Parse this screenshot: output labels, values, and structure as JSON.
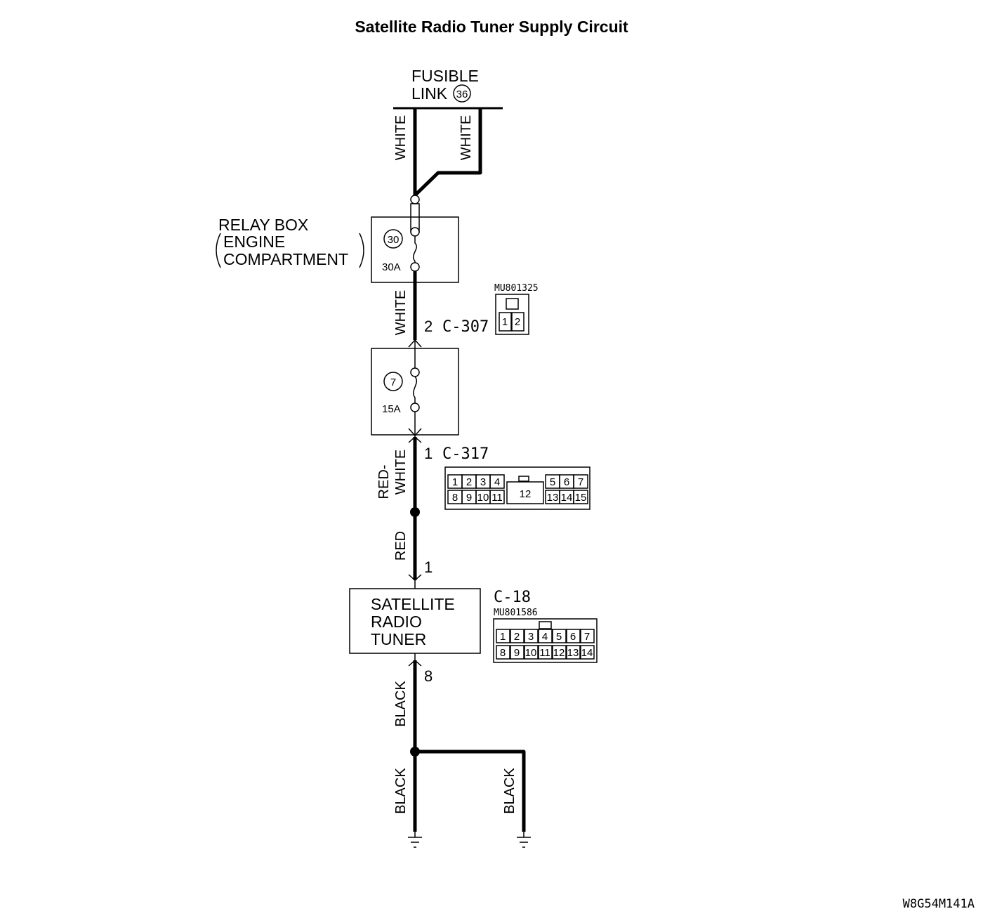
{
  "title": "Satellite Radio Tuner Supply Circuit",
  "fusible_link": {
    "label_line1": "FUSIBLE",
    "label_line2": "LINK",
    "number": "36"
  },
  "top_wires": {
    "left": "WHITE",
    "right": "WHITE"
  },
  "relay_box": {
    "label_line1": "RELAY BOX",
    "label_line2": "ENGINE",
    "label_line3": "COMPARTMENT",
    "fuse_number": "30",
    "fuse_rating": "30A"
  },
  "wire_relay_to_c307": "WHITE",
  "connector_c307": {
    "pin": "2",
    "name": "C-307",
    "part_number": "MU801325",
    "pins": [
      "1",
      "2"
    ]
  },
  "fuse_7": {
    "fuse_number": "7",
    "fuse_rating": "15A"
  },
  "connector_c317": {
    "pin": "1",
    "name": "C-317",
    "pins_top": [
      "1",
      "2",
      "3",
      "4",
      "5",
      "6",
      "7"
    ],
    "pins_bottom": [
      "8",
      "9",
      "10",
      "11",
      "13",
      "14",
      "15"
    ],
    "pin_center": "12"
  },
  "wire_red_white_line1": "RED-",
  "wire_red_white_line2": "WHITE",
  "wire_red": "RED",
  "tuner_pin_in": "1",
  "tuner": {
    "line1": "SATELLITE",
    "line2": "RADIO",
    "line3": "TUNER"
  },
  "connector_c18": {
    "name": "C-18",
    "part_number": "MU801586",
    "pins_top": [
      "1",
      "2",
      "3",
      "4",
      "5",
      "6",
      "7"
    ],
    "pins_bottom": [
      "8",
      "9",
      "10",
      "11",
      "12",
      "13",
      "14"
    ]
  },
  "tuner_pin_out": "8",
  "ground_wires": {
    "upper": "BLACK",
    "lower_left": "BLACK",
    "lower_right": "BLACK"
  },
  "figure_code": "W8G54M141A"
}
